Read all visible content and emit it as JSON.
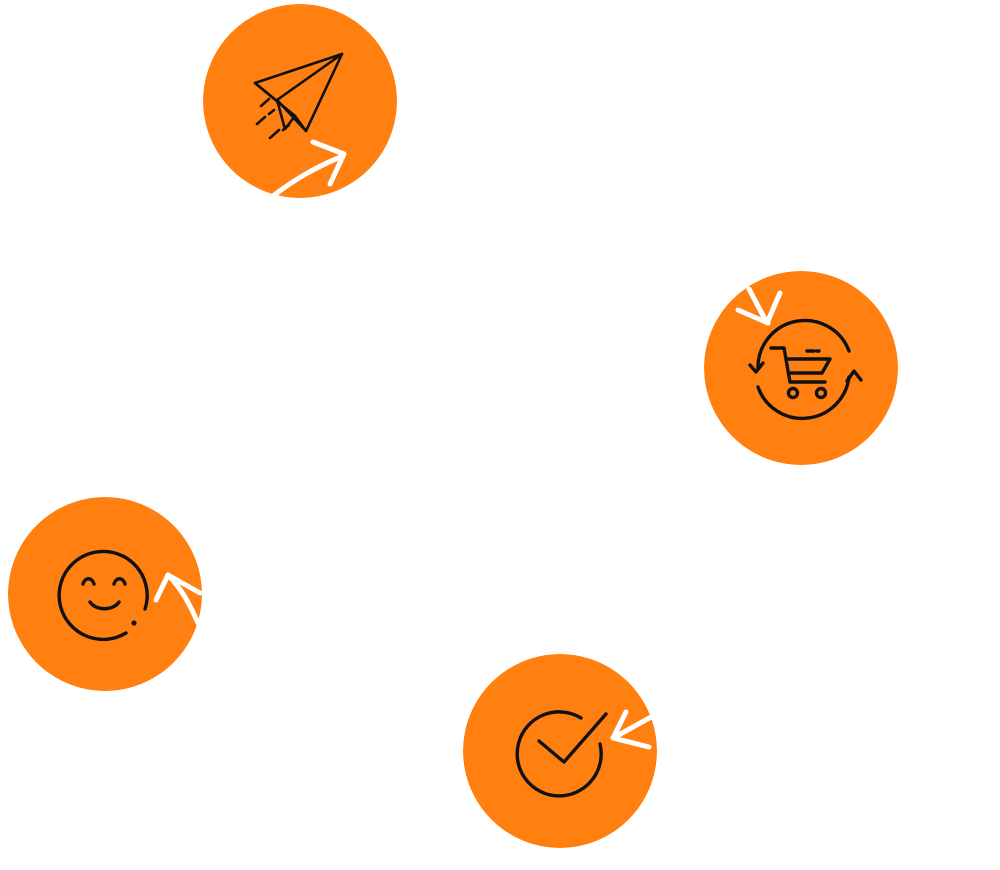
{
  "theme": {
    "circle_color": "#FF8011",
    "icon_stroke": "#111111",
    "arrow_color": "#FFFFFF",
    "background": "#FFFFFF"
  },
  "steps": [
    {
      "id": "send",
      "icon": "paper-plane-icon",
      "arrow_direction": "up-right"
    },
    {
      "id": "reorder",
      "icon": "cart-refresh-icon",
      "arrow_direction": "down-right"
    },
    {
      "id": "complete",
      "icon": "check-circle-icon",
      "arrow_direction": "left"
    },
    {
      "id": "happy",
      "icon": "smiley-face-icon",
      "arrow_direction": "up"
    }
  ]
}
